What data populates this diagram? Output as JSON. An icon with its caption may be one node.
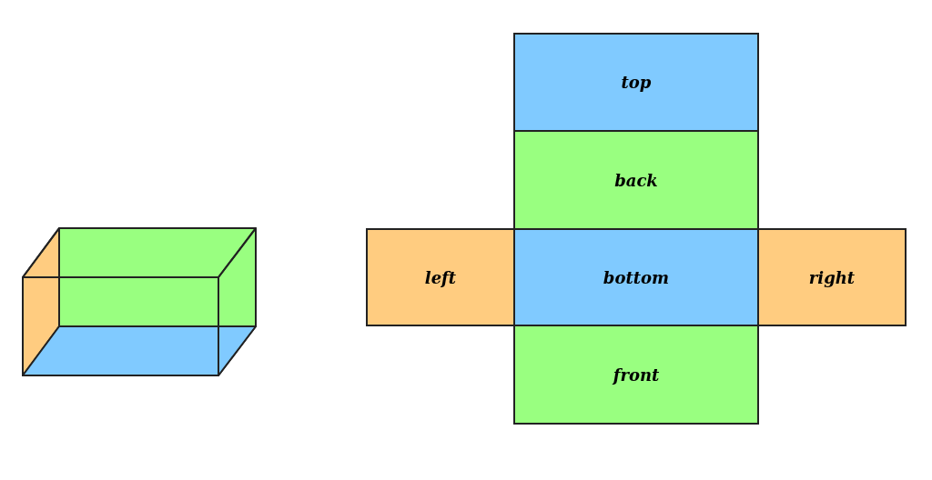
{
  "diagram": {
    "nodes": [
      {
        "text": [
          "top"
        ]
      },
      {
        "text": [
          "back"
        ]
      },
      {
        "text": [
          "left"
        ]
      },
      {
        "text": [
          "bottom"
        ]
      },
      {
        "text": [
          "right"
        ]
      },
      {
        "text": [
          "front"
        ]
      }
    ],
    "edges": []
  }
}
